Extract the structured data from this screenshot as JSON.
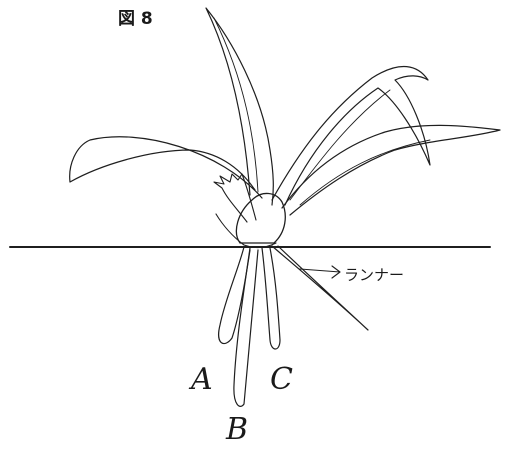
{
  "figure": {
    "title": "図 8",
    "labels": {
      "root_a": "A",
      "root_b": "B",
      "root_c": "C",
      "runner": "ランナー"
    }
  }
}
